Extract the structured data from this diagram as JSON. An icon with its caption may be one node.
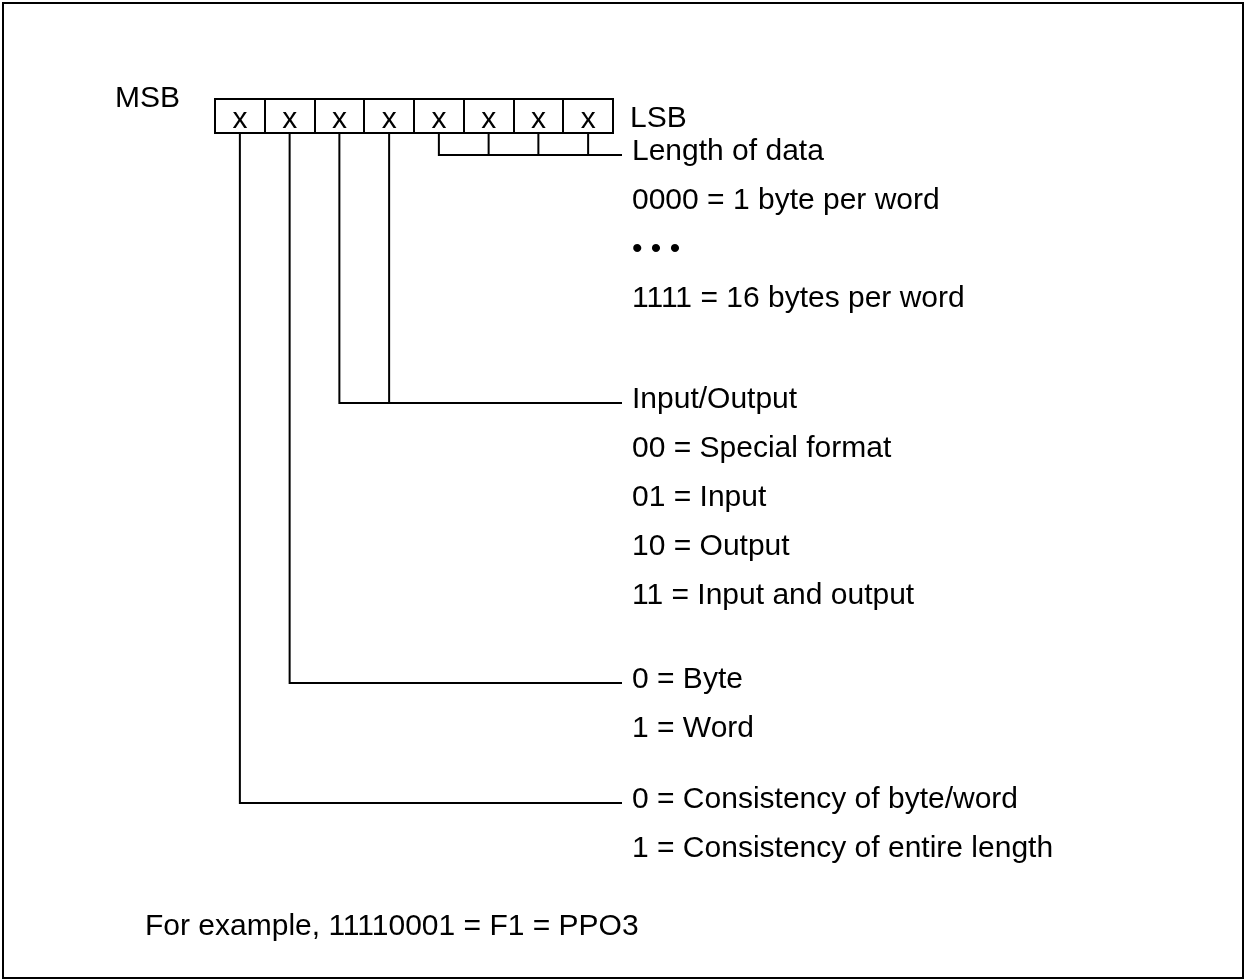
{
  "diagram": {
    "nodes": [
      {
        "text": [
          "x"
        ]
      },
      {
        "text": [
          "x"
        ]
      },
      {
        "text": [
          "x"
        ]
      },
      {
        "text": [
          "x"
        ]
      },
      {
        "text": [
          "x"
        ]
      },
      {
        "text": [
          "x"
        ]
      },
      {
        "text": [
          "x"
        ]
      },
      {
        "text": [
          "x"
        ]
      },
      {
        "text": [
          "Length of data",
          "0000 = 1 byte per word",
          "• • •",
          "1111 = 16 bytes per word"
        ]
      },
      {
        "text": [
          "Input/Output",
          "00 = Special format",
          "01 = Input",
          "10 = Output",
          "11 = Input and output"
        ]
      },
      {
        "text": [
          "0 = Byte",
          "1 = Word"
        ]
      },
      {
        "text": [
          "0 = Consistency of byte/word",
          "1 = Consistency of entire length"
        ]
      }
    ],
    "edges": [
      {
        "from": 4,
        "to": 8,
        "arrow": "none"
      },
      {
        "from": 5,
        "to": 8,
        "arrow": "none"
      },
      {
        "from": 6,
        "to": 8,
        "arrow": "none"
      },
      {
        "from": 7,
        "to": 8,
        "arrow": "none"
      },
      {
        "from": 2,
        "to": 9,
        "arrow": "none"
      },
      {
        "from": 3,
        "to": 9,
        "arrow": "none"
      },
      {
        "from": 1,
        "to": 10,
        "arrow": "none"
      },
      {
        "from": 0,
        "to": 11,
        "arrow": "none"
      }
    ],
    "labels": [
      "MSB",
      "LSB",
      "For example, 11110001 = F1 = PPO3"
    ]
  }
}
